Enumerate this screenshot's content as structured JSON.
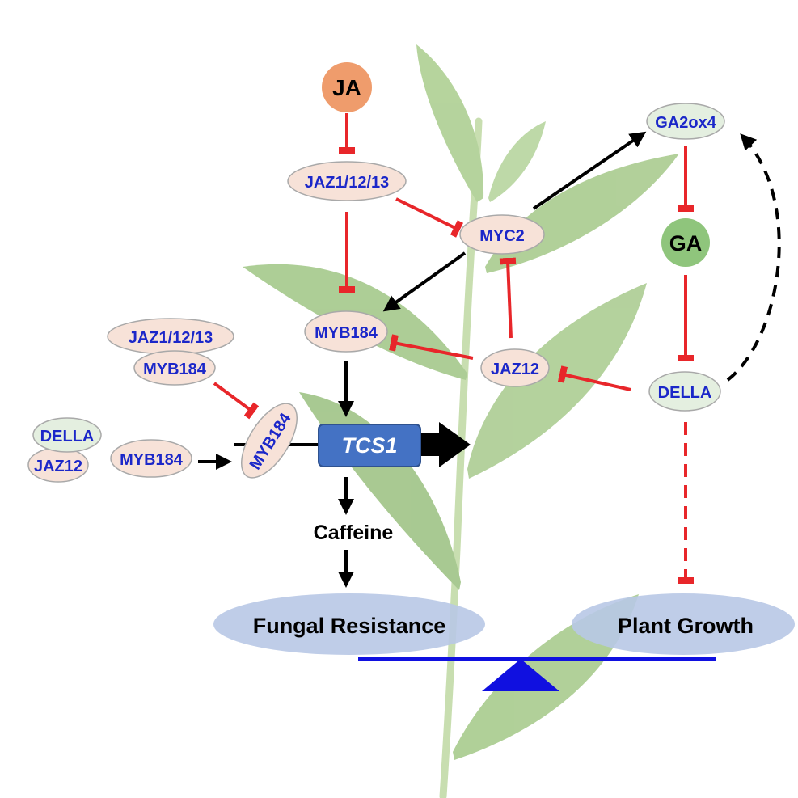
{
  "colors": {
    "inhibit": "#e8262a",
    "activate": "#000000",
    "protein_text": "#1b27c9",
    "pink_fill": "#f7e2d8",
    "green_fill": "#e4efe0",
    "ja_fill": "#ef9c6c",
    "ga_fill": "#8fc57c",
    "tcs1_fill": "#4472c4",
    "ellipse_blue": "#b8c8e6",
    "balance": "#1010e0",
    "leaf": "#a5c98a",
    "leaf_dark": "#8ab56e",
    "stem": "#b9d69c"
  },
  "hormones": {
    "ja": "JA",
    "ga": "GA"
  },
  "proteins": {
    "jaz_top": "JAZ1/12/13",
    "myc2": "MYC2",
    "myb184_center": "MYB184",
    "jaz_complex": "JAZ1/12/13",
    "myb184_complex": "MYB184",
    "myb184_tilted": "MYB184",
    "della_complex": "DELLA",
    "jaz12_complex": "JAZ12",
    "myb184_left": "MYB184",
    "jaz12_right": "JAZ12",
    "ga2ox4": "GA2ox4",
    "della_right": "DELLA"
  },
  "gene": {
    "tcs1": "TCS1"
  },
  "products": {
    "caffeine": "Caffeine"
  },
  "outcomes": {
    "fungal_resistance": "Fungal Resistance",
    "plant_growth": "Plant Growth"
  }
}
